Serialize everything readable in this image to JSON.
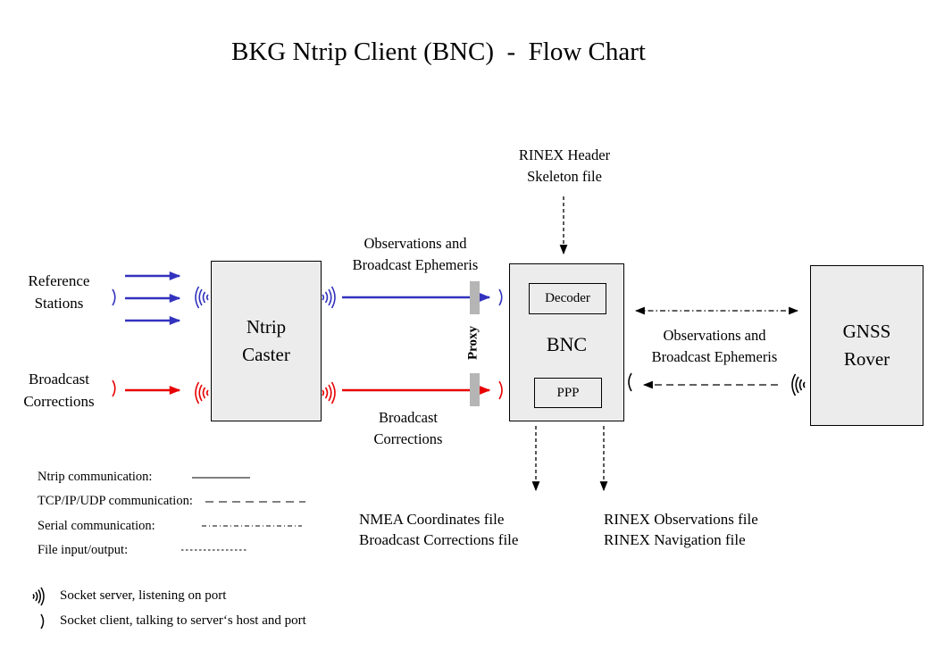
{
  "title": "BKG Ntrip Client (BNC)  -  Flow Chart",
  "nodes": {
    "ntrip_caster": {
      "line1": "Ntrip",
      "line2": "Caster"
    },
    "bnc": {
      "label": "BNC",
      "decoder": "Decoder",
      "ppp": "PPP"
    },
    "gnss_rover": {
      "line1": "GNSS",
      "line2": "Rover"
    }
  },
  "labels": {
    "reference_stations": {
      "line1": "Reference",
      "line2": "Stations"
    },
    "broadcast_corrections_left": {
      "line1": "Broadcast",
      "line2": "Corrections"
    },
    "obs_ephemeris_top": {
      "line1": "Observations and",
      "line2": "Broadcast Ephemeris"
    },
    "broadcast_corrections_mid": {
      "line1": "Broadcast",
      "line2": "Corrections"
    },
    "rinex_header": {
      "line1": "RINEX Header",
      "line2": "Skeleton file"
    },
    "obs_ephemeris_right": {
      "line1": "Observations and",
      "line2": "Broadcast Ephemeris"
    },
    "proxy": "Proxy",
    "nmea_files": {
      "line1": "NMEA Coordinates file",
      "line2": "Broadcast Corrections file"
    },
    "rinex_files": {
      "line1": "RINEX Observations file",
      "line2": "RINEX Navigation file"
    }
  },
  "legend": {
    "items": [
      {
        "label": "Ntrip communication:",
        "style": "solid"
      },
      {
        "label": "TCP/IP/UDP communication:",
        "style": "dashed"
      },
      {
        "label": "Serial communication:",
        "style": "dash-dot"
      },
      {
        "label": "File input/output:",
        "style": "dotted"
      }
    ]
  },
  "socket_legend": {
    "server": "Socket server, listening on port",
    "client": "Socket client, talking to server‘s host and port"
  },
  "colors": {
    "ntrip_blue": "#3232be",
    "corrections_red": "#e80000",
    "box_fill": "#ececec",
    "proxy_gray": "#b5b5b5",
    "line_black": "#000000"
  }
}
